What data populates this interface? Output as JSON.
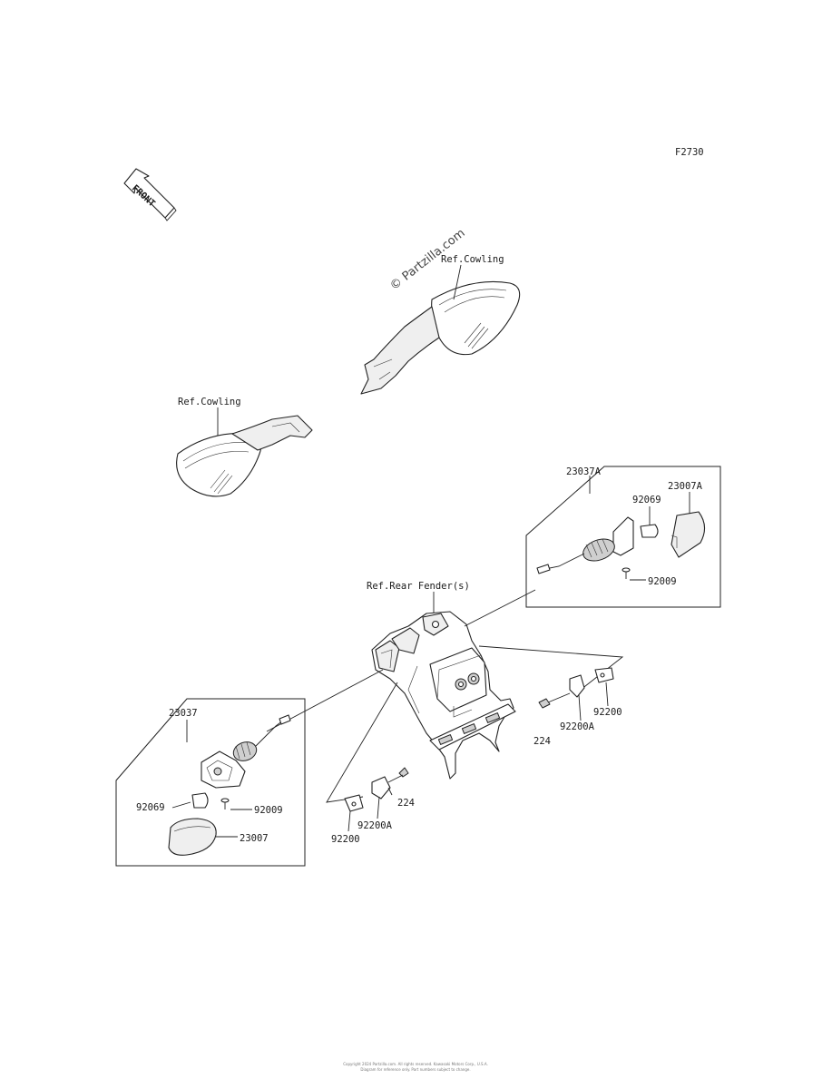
{
  "figure_code": "F2730",
  "front_arrow": {
    "text": "FRONT",
    "icon": "front-arrow-icon"
  },
  "watermark": "© Partzilla.com",
  "refs": {
    "cowling_right": "Ref.Cowling",
    "cowling_left": "Ref.Cowling",
    "rear_fender": "Ref.Rear Fender(s)"
  },
  "parts": {
    "p23037A": "23037A",
    "p23007A": "23007A",
    "p92069_right": "92069",
    "p92009_right": "92009",
    "p23037": "23037",
    "p92069_left": "92069",
    "p92009_left": "92009",
    "p23007": "23007",
    "p92200_right": "92200",
    "p92200A_right": "92200A",
    "p224_right": "224",
    "p224_left": "224",
    "p92200A_left": "92200A",
    "p92200_left": "92200"
  },
  "footer": {
    "line1": "Copyright 2024 Partzilla.com. All rights reserved. Kawasaki Motors Corp., U.S.A.",
    "line2": "Diagram for reference only. Part numbers subject to change."
  }
}
